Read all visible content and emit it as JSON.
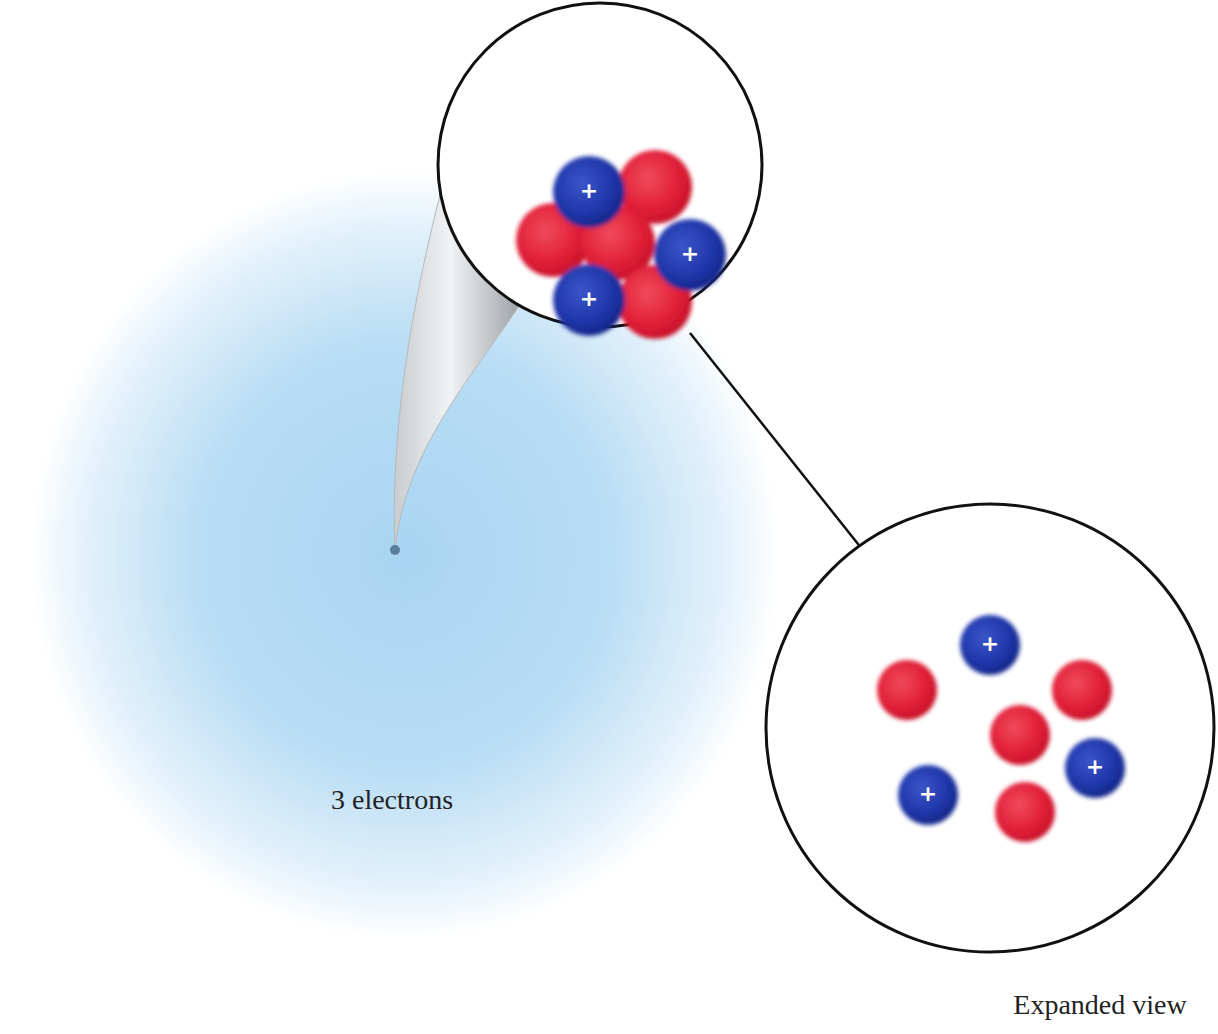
{
  "diagram": {
    "labels": [
      "3 electrons",
      "+",
      "+",
      "+",
      "+",
      "+",
      "+",
      "Expanded view"
    ]
  }
}
